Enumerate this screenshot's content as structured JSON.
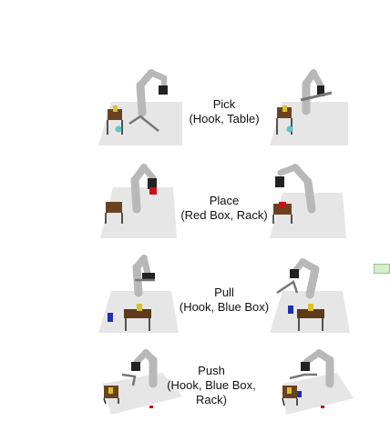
{
  "rows": [
    {
      "action": "Pick",
      "args_lines": [
        "(Hook, Table)"
      ]
    },
    {
      "action": "Place",
      "args_lines": [
        "(Red Box, Rack)"
      ]
    },
    {
      "action": "Pull",
      "args_lines": [
        "(Hook, Blue Box)"
      ]
    },
    {
      "action": "Push",
      "args_lines": [
        "(Hook, Blue Box,",
        "Rack)"
      ]
    }
  ],
  "colors": {
    "floor": "#e6e6e6",
    "robot": "#b8b8b8",
    "robot_joint": "#a8a8a8",
    "gripper": "#222222",
    "hook": "#777777",
    "table_top": "#5e3a1a",
    "rack": "#6b4220",
    "yellow_object": "#d8c22a",
    "cyan_object": "#5fc6c6",
    "red_box": "#c8101a",
    "blue_box": "#1f2fb0",
    "accent_swatch": "#d8ecd0"
  }
}
